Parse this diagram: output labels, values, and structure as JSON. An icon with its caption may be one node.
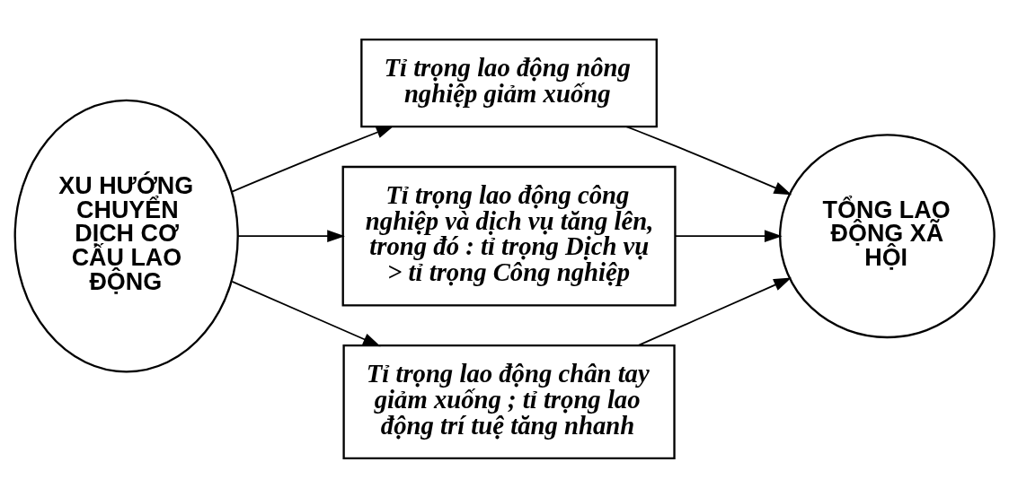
{
  "diagram": {
    "nodes": [
      {
        "text": [
          "XU HƯỚNG CHUYỂN DỊCH CƠ CẤU LAO ĐỘNG"
        ]
      },
      {
        "text": [
          "Tỉ trọng lao động nông nghiệp giảm xuống"
        ]
      },
      {
        "text": [
          "Tỉ trọng lao động công nghiệp và dịch vụ tăng lên, trong đó : tỉ trọng Dịch vụ > tỉ trọng Công nghiệp"
        ]
      },
      {
        "text": [
          "Tỉ trọng lao động chân tay giảm xuống ; tỉ trọng lao động trí tuệ tăng nhanh"
        ]
      },
      {
        "text": [
          "TỔNG LAO ĐỘNG XÃ HỘI"
        ]
      }
    ],
    "edges": [
      {
        "from": 0,
        "to": 1,
        "arrow": "to"
      },
      {
        "from": 0,
        "to": 2,
        "arrow": "to"
      },
      {
        "from": 0,
        "to": 3,
        "arrow": "to"
      },
      {
        "from": 1,
        "to": 4,
        "arrow": "to"
      },
      {
        "from": 2,
        "to": 4,
        "arrow": "to"
      },
      {
        "from": 3,
        "to": 4,
        "arrow": "to"
      }
    ]
  }
}
